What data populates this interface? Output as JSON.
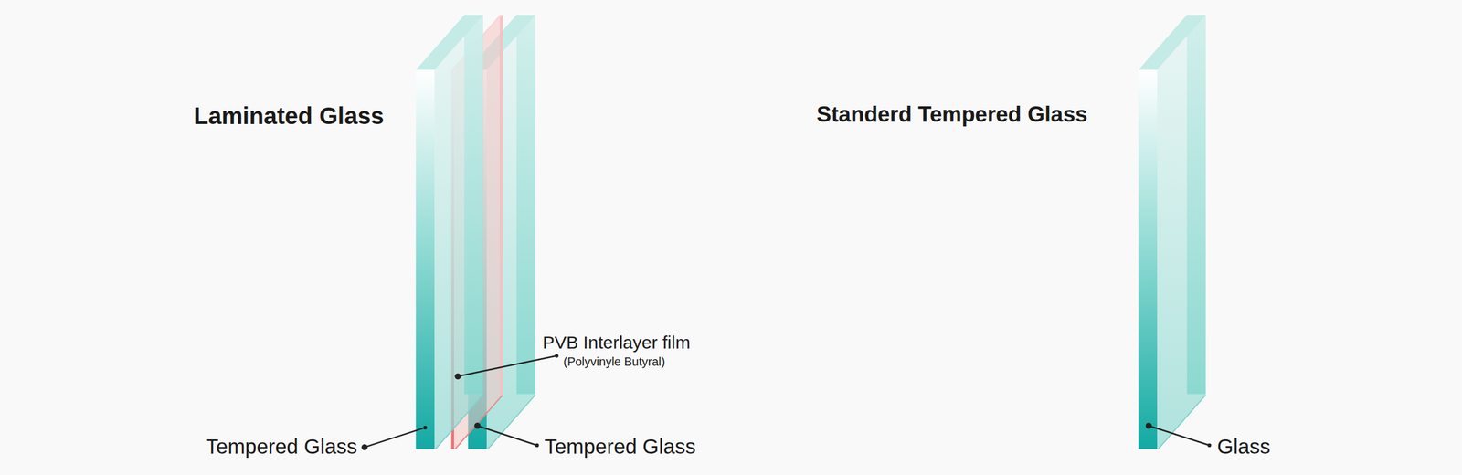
{
  "diagram": {
    "labels": [
      "Laminated Glass",
      "PVB Interlayer film",
      "(Polyvinyle Butyral)",
      "Tempered Glass",
      "Tempered Glass",
      "Standerd Tempered Glass",
      "Glass"
    ]
  }
}
